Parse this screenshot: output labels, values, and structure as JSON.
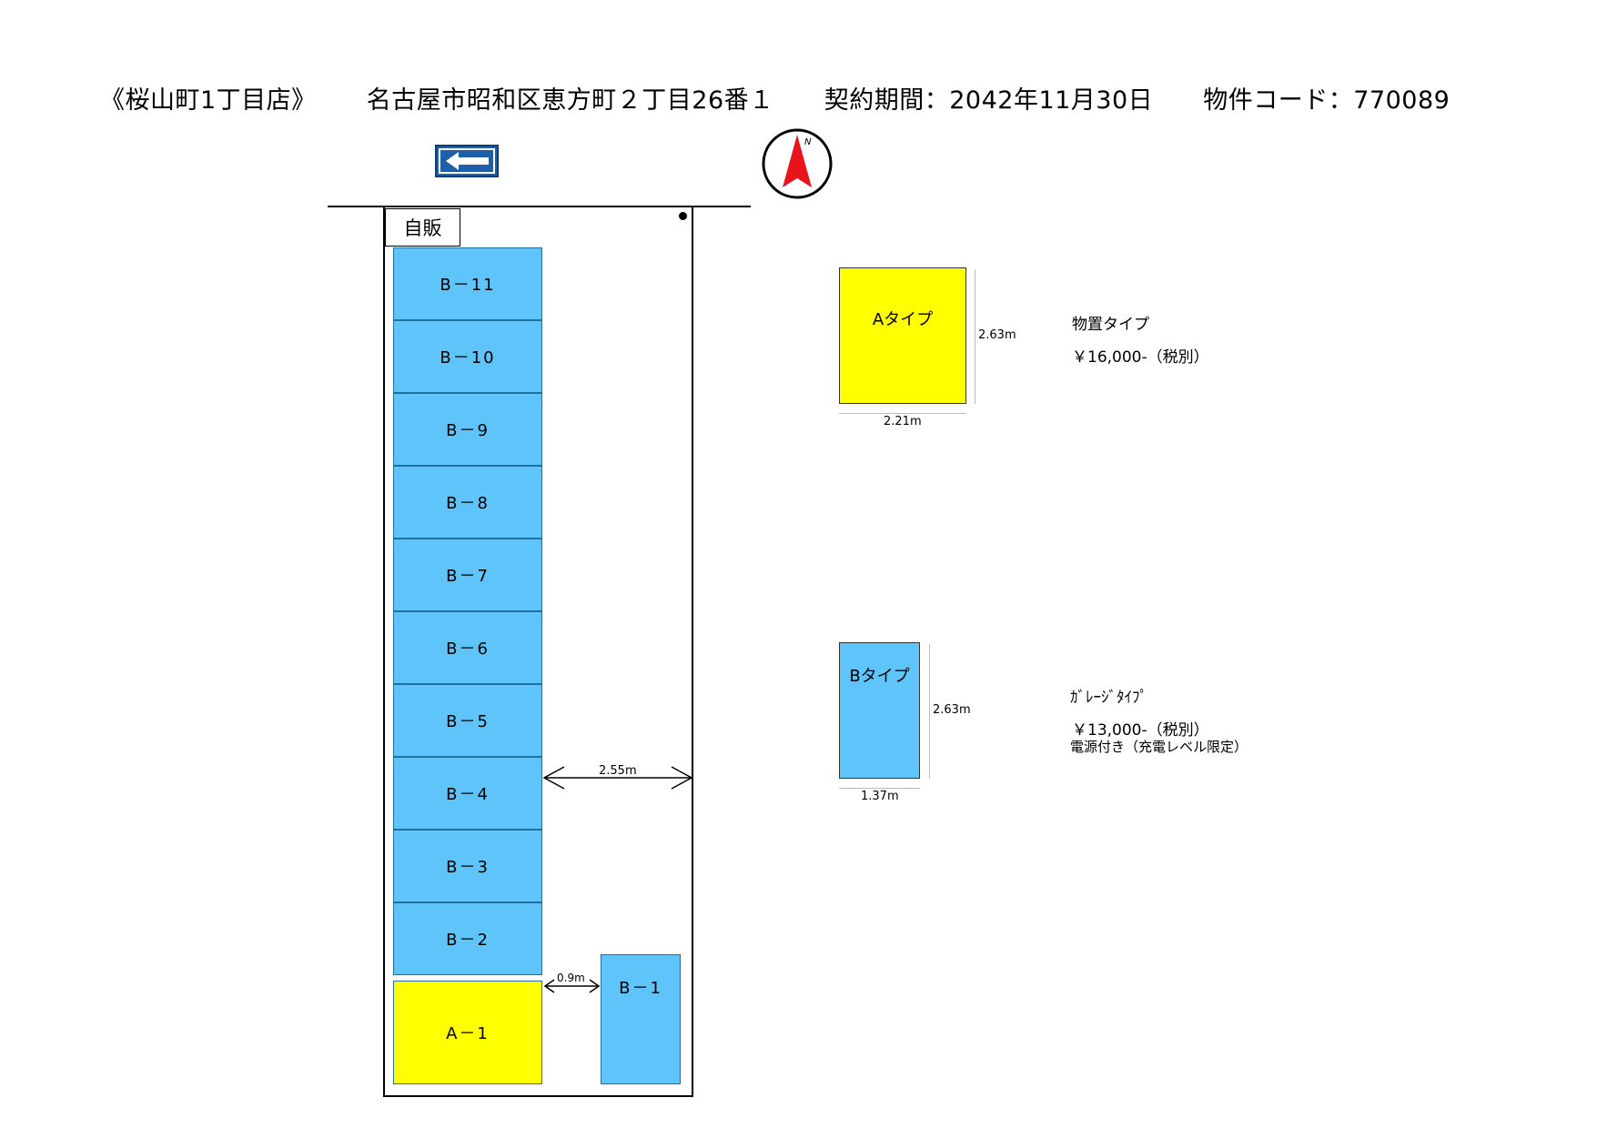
{
  "header": {
    "store": "《桜山町1丁目店》",
    "address": "名古屋市昭和区恵方町２丁目26番１",
    "contract": "契約期間：2042年11月30日",
    "code": "物件コード：770089"
  },
  "icons": {
    "direction": "left-arrow-icon",
    "compass": "north-compass-icon",
    "compass_letter": "N"
  },
  "vending_label": "自販",
  "units": {
    "b11": "B－11",
    "b10": "B－10",
    "b9": "B－9",
    "b8": "B－8",
    "b7": "B－7",
    "b6": "B－6",
    "b5": "B－5",
    "b4": "B－4",
    "b3": "B－3",
    "b2": "B－2",
    "a1": "A－1",
    "b1": "B－1"
  },
  "dimensions": {
    "aisle_width": "2.55m",
    "gap": "0.9m"
  },
  "legend": {
    "a": {
      "label": "Aタイプ",
      "height": "2.63m",
      "width": "2.21m",
      "type_name": "物置タイプ",
      "price": "￥16,000-（税別）"
    },
    "b": {
      "label": "Bタイプ",
      "height": "2.63m",
      "width": "1.37m",
      "type_name": "ｶﾞﾚｰｼﾞﾀｲﾌﾟ",
      "price": "￥13,000-（税別）",
      "note": "電源付き（充電レベル限定）"
    }
  },
  "colors": {
    "unit_b": "#5ec4fa",
    "unit_a": "#ffff00",
    "sign_blue": "#1f5fa8",
    "compass_red": "#e8141b"
  }
}
